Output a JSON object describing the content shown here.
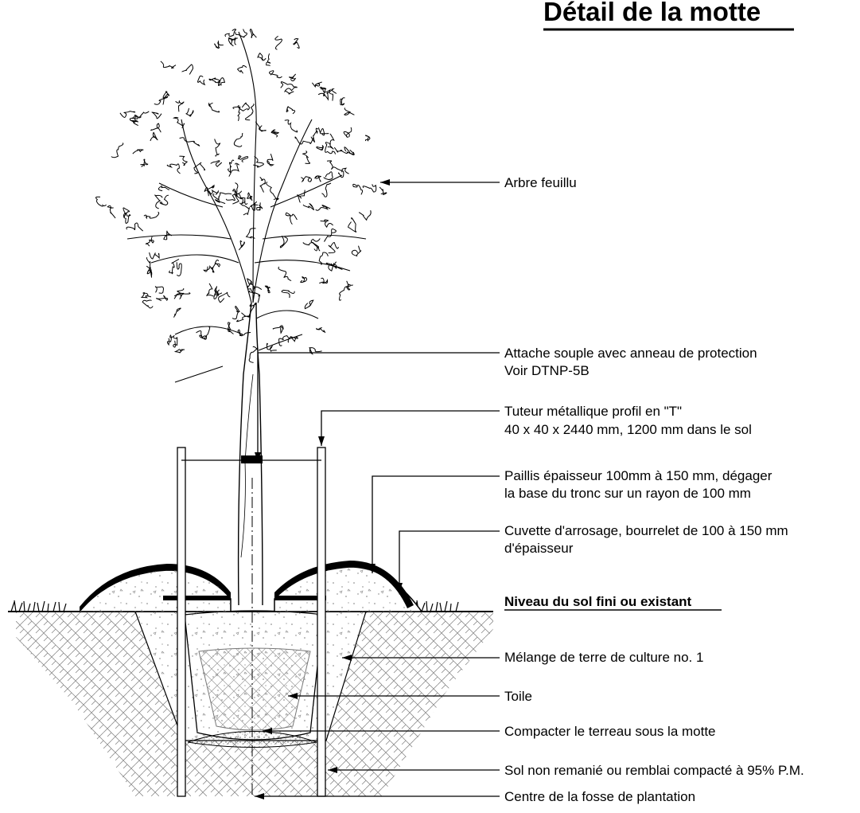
{
  "title": "Détail de la motte",
  "labels": {
    "tree": "Arbre feuillu",
    "tie_1": "Attache souple avec anneau de protection",
    "tie_2": "Voir DTNP-5B",
    "stake_1": "Tuteur métallique profil en \"T\"",
    "stake_2": "40 x 40 x 2440 mm, 1200 mm dans le sol",
    "mulch_1": "Paillis épaisseur 100mm à 150 mm, dégager",
    "mulch_2": "la base du tronc sur un rayon de 100 mm",
    "basin_1": "Cuvette d'arrosage, bourrelet de 100 à 150 mm",
    "basin_2": "d'épaisseur",
    "grade": "Niveau du sol fini ou existant",
    "soil_mix": "Mélange de terre de culture no. 1",
    "burlap": "Toile",
    "compact": "Compacter le terreau sous la motte",
    "native": "Sol non remanié ou remblai compacté à 95% P.M.",
    "center": "Centre de la fosse de plantation"
  }
}
